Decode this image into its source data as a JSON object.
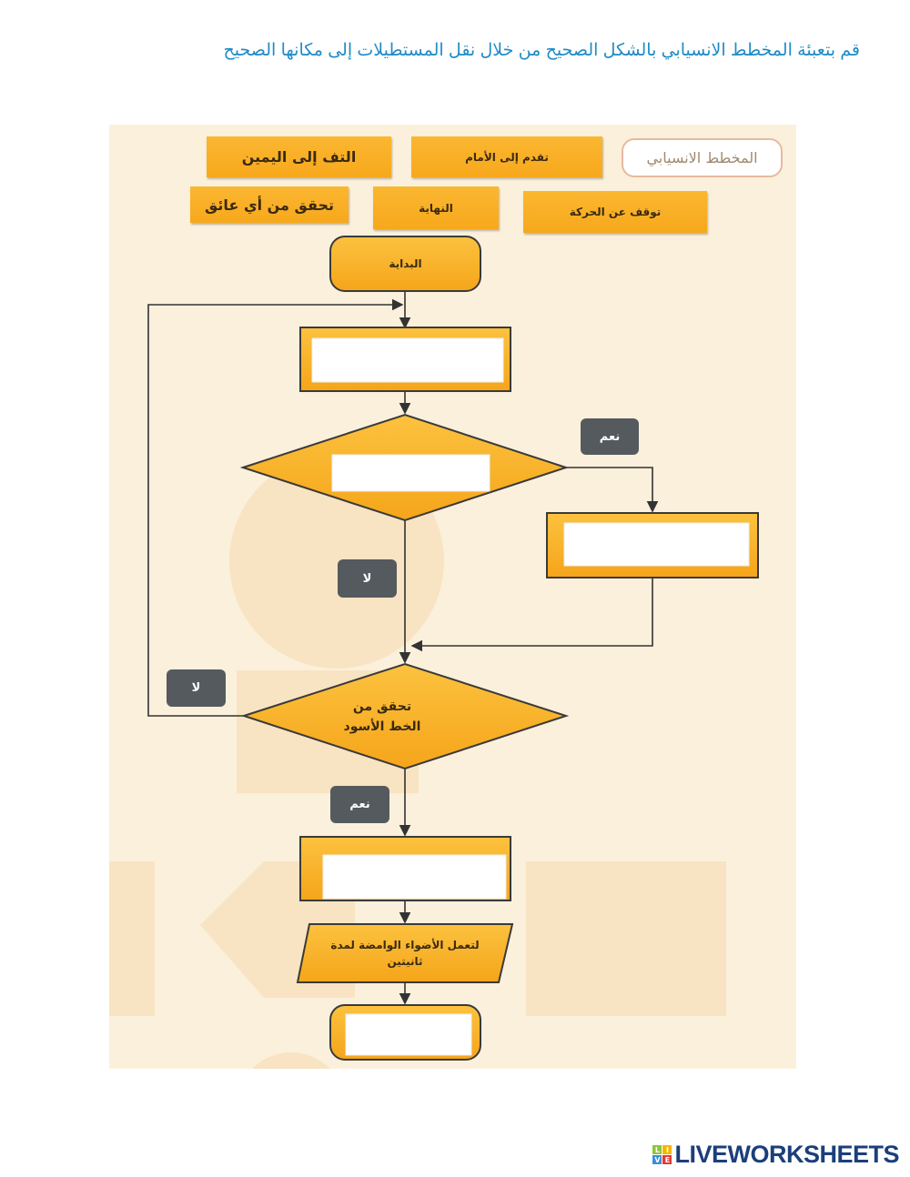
{
  "instruction": "قم بتعبئة المخطط الانسيابي بالشكل الصحيح من خلال نقل المستطيلات إلى مكانها الصحيح",
  "heading": "المخطط الانسيابي",
  "draggable_tiles": [
    "التف إلى اليمين",
    "تقدم إلى الأمام",
    "تحقق من أي عائق",
    "النهاية",
    "توقف عن الحركة"
  ],
  "flowchart": {
    "start": "البداية",
    "decision2": "تحقق من الخط الأسود",
    "output": "لتعمل الأضواء الوامضة لمدة ثانيتين",
    "yes": "نعم",
    "no": "لا"
  },
  "logo": {
    "text": "LIVEWORKSHEETS",
    "letters": [
      "L",
      "I",
      "V",
      "E"
    ]
  }
}
